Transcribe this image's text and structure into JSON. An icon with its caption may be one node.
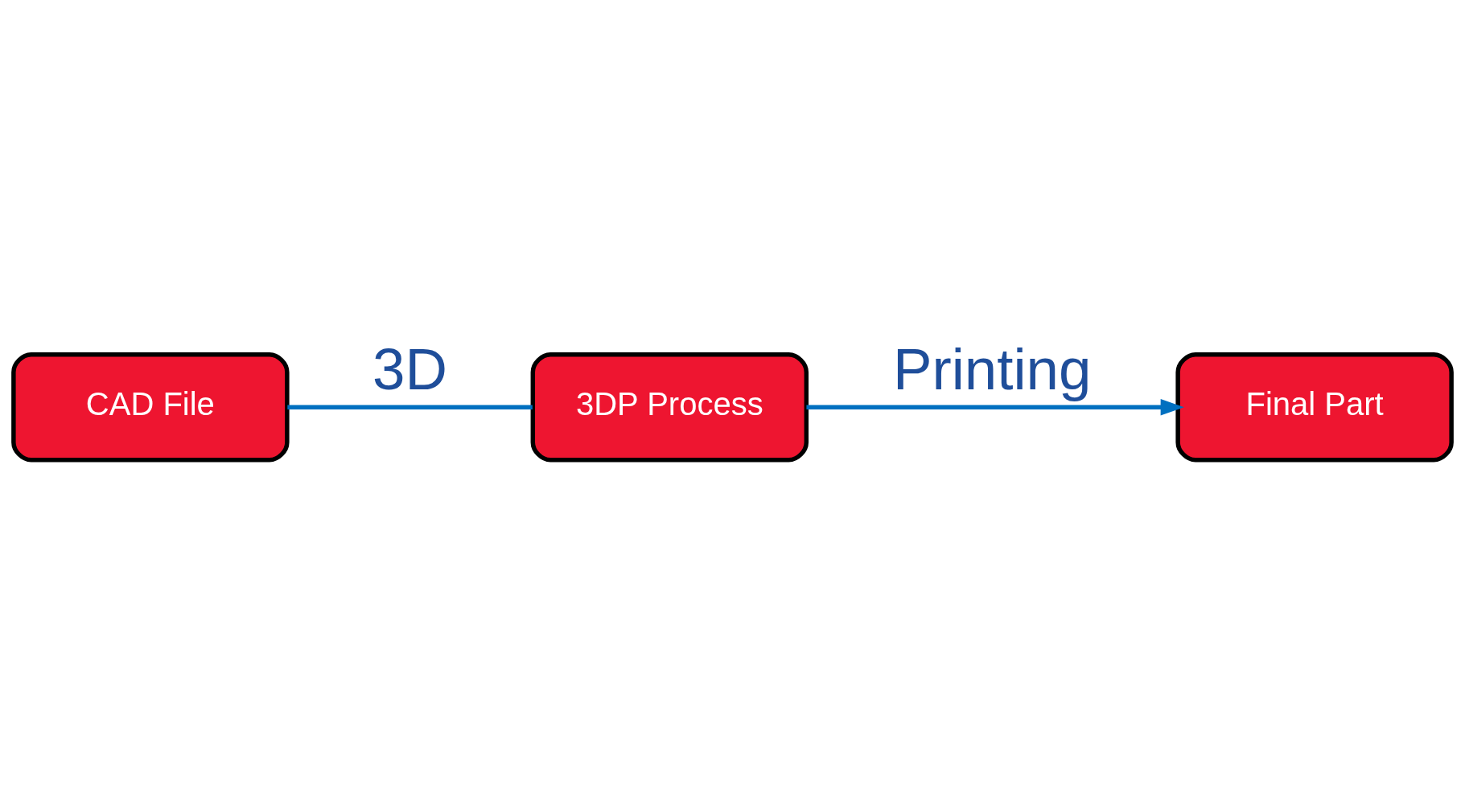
{
  "diagram": {
    "nodes": [
      {
        "text": [
          "CAD File"
        ]
      },
      {
        "text": [
          "3DP Process"
        ]
      },
      {
        "text": [
          "Final Part"
        ]
      }
    ],
    "edges": [
      {
        "from": 0,
        "to": 1,
        "arrow": "none",
        "label": "3D"
      },
      {
        "from": 1,
        "to": 2,
        "arrow": "to",
        "label": "Printing"
      }
    ]
  }
}
